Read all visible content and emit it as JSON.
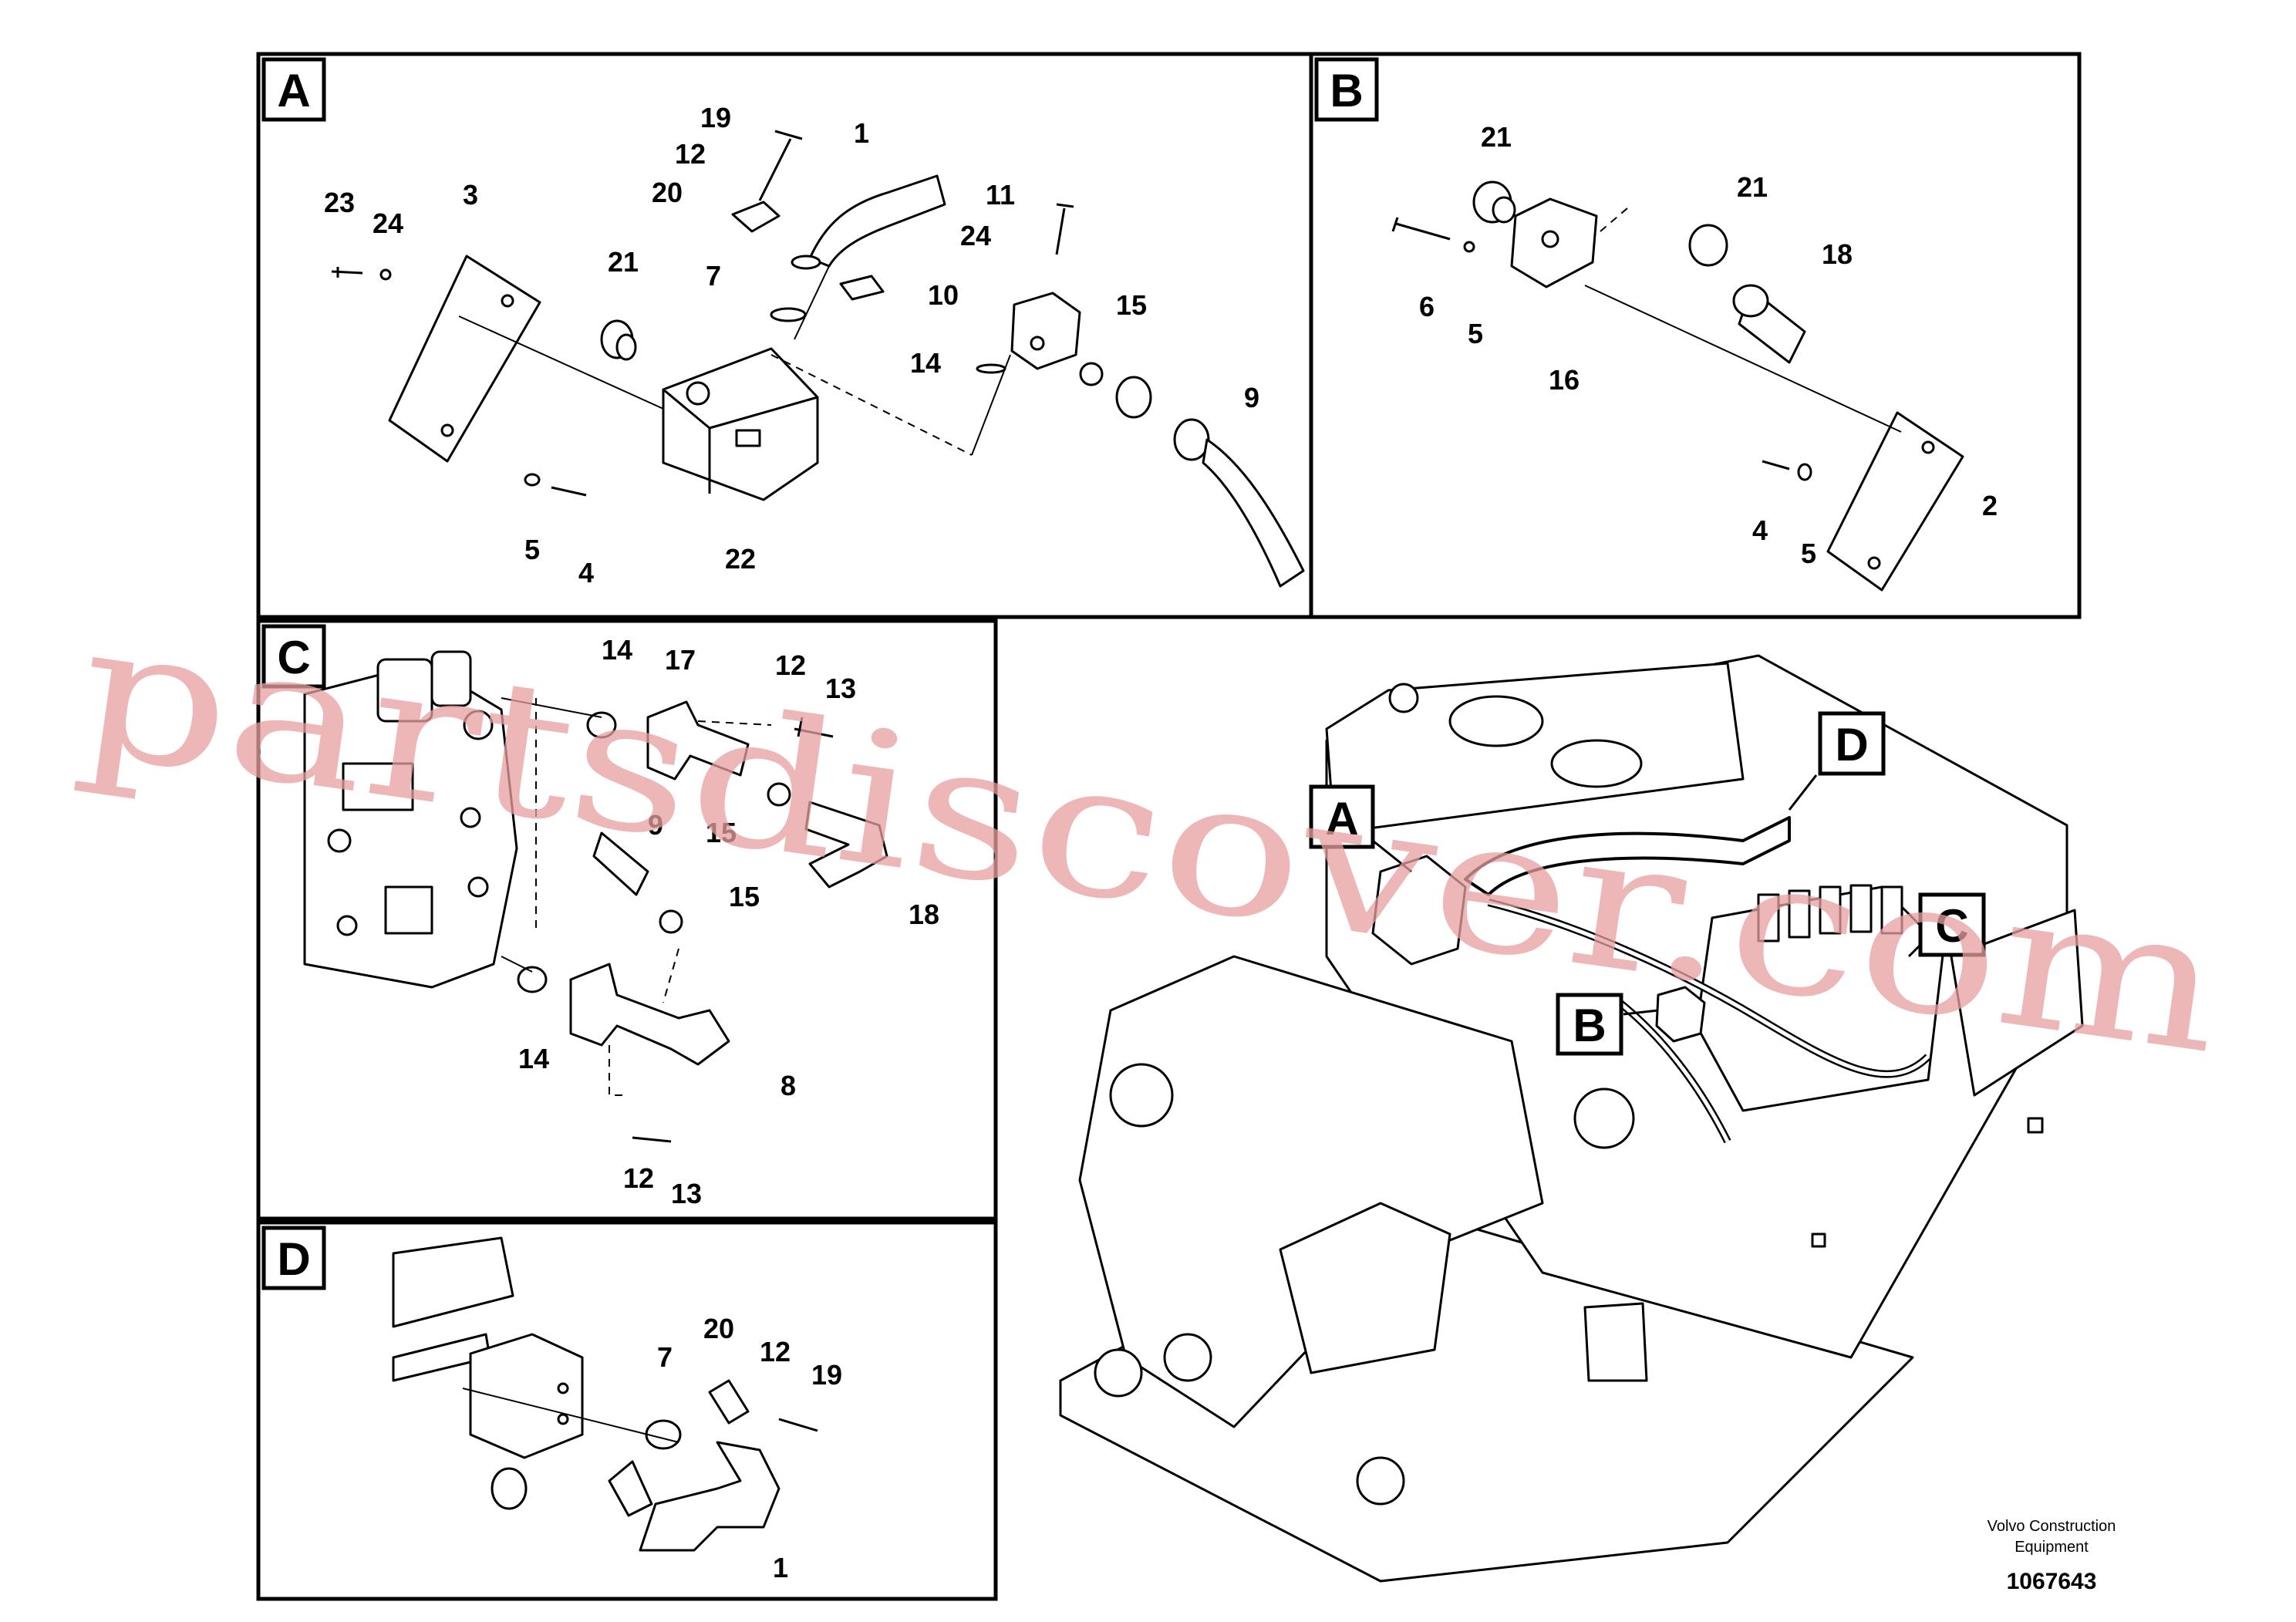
{
  "panels": {
    "a": {
      "letter": "A",
      "callouts": [
        {
          "label": "19"
        },
        {
          "label": "12"
        },
        {
          "label": "20"
        },
        {
          "label": "1"
        },
        {
          "label": "11"
        },
        {
          "label": "24"
        },
        {
          "label": "23"
        },
        {
          "label": "24"
        },
        {
          "label": "3"
        },
        {
          "label": "7"
        },
        {
          "label": "21"
        },
        {
          "label": "10"
        },
        {
          "label": "15"
        },
        {
          "label": "14"
        },
        {
          "label": "9"
        },
        {
          "label": "5"
        },
        {
          "label": "4"
        },
        {
          "label": "22"
        }
      ]
    },
    "b": {
      "letter": "B",
      "callouts": [
        {
          "label": "21"
        },
        {
          "label": "21"
        },
        {
          "label": "18"
        },
        {
          "label": "6"
        },
        {
          "label": "5"
        },
        {
          "label": "16"
        },
        {
          "label": "4"
        },
        {
          "label": "5"
        },
        {
          "label": "2"
        }
      ]
    },
    "c": {
      "letter": "C",
      "callouts": [
        {
          "label": "14"
        },
        {
          "label": "17"
        },
        {
          "label": "12"
        },
        {
          "label": "13"
        },
        {
          "label": "9"
        },
        {
          "label": "15"
        },
        {
          "label": "15"
        },
        {
          "label": "18"
        },
        {
          "label": "14"
        },
        {
          "label": "8"
        },
        {
          "label": "12"
        },
        {
          "label": "13"
        }
      ]
    },
    "d": {
      "letter": "D",
      "callouts": [
        {
          "label": "20"
        },
        {
          "label": "7"
        },
        {
          "label": "12"
        },
        {
          "label": "19"
        },
        {
          "label": "1"
        }
      ]
    }
  },
  "overview": {
    "tags": [
      {
        "label": "A"
      },
      {
        "label": "B"
      },
      {
        "label": "C"
      },
      {
        "label": "D"
      }
    ]
  },
  "footer": {
    "maker_line1": "Volvo Construction",
    "maker_line2": "Equipment",
    "figure_number": "1067643"
  },
  "watermark": "partsdiscover.com"
}
